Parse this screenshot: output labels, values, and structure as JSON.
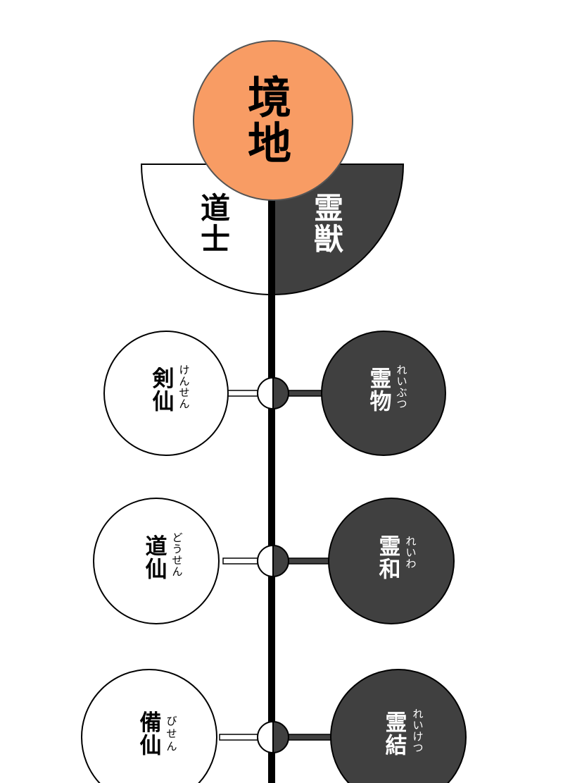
{
  "root": {
    "label": "境地"
  },
  "branches": {
    "left": {
      "label": "道士"
    },
    "right": {
      "label": "霊獣"
    }
  },
  "levels": [
    {
      "left": {
        "label": "剣仙",
        "ruby": "けんせん"
      },
      "right": {
        "label": "霊物",
        "ruby": "れいぶつ"
      }
    },
    {
      "left": {
        "label": "道仙",
        "ruby": "どうせん"
      },
      "right": {
        "label": "霊和",
        "ruby": "れいわ"
      }
    },
    {
      "left": {
        "label": "備仙",
        "ruby": "びせん"
      },
      "right": {
        "label": "霊結",
        "ruby": "れいけつ"
      }
    }
  ],
  "colors": {
    "root_fill": "#f89c64",
    "dark_fill": "#404040",
    "light_fill": "#ffffff",
    "line": "#000000"
  }
}
